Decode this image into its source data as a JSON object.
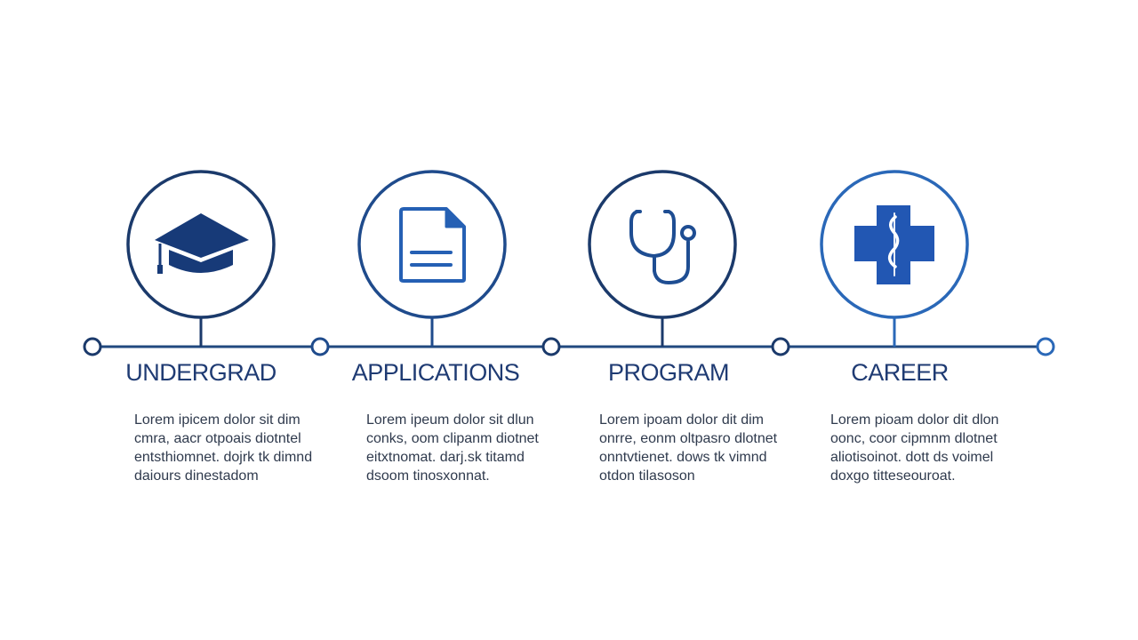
{
  "colors": {
    "line": "#21497f",
    "circle_dark": "#1b3a6b",
    "circle_light": "#2a68b8",
    "icon_dark": "#173a78",
    "icon_mid": "#2560b4",
    "text_title": "#1f3b73",
    "text_body": "#2f3a4d"
  },
  "steps": [
    {
      "icon": "graduation-cap-icon",
      "title": "UNDERGRAD",
      "body": [
        "Lorem ipicem dolor sit dim",
        "cmra, aacr otpoais diotntel",
        "entsthiomnet. dojrk tk dimnd",
        "daiours dinestadom"
      ]
    },
    {
      "icon": "document-icon",
      "title": "APPLICATIONS",
      "body": [
        "Lorem ipeum dolor sit dlun",
        "conks, oom clipanm diotnet",
        "eitxtnomat. darj.sk titamd",
        "dsoom tinosxonnat."
      ]
    },
    {
      "icon": "stethoscope-icon",
      "title": "PROGRAM",
      "body": [
        "Lorem ipoam dolor dit dim",
        "onrre, eonm oltpasro dlotnet",
        "onntvtienet. dows tk vimnd",
        "otdon tilasoson"
      ]
    },
    {
      "icon": "medical-cross-icon",
      "title": "CAREER",
      "body": [
        "Lorem pioam dolor dit dlon",
        "oonc, coor cipmnm dlotnet",
        "aliotisoinot. dott ds voimel",
        "doxgo titteseouroat."
      ]
    }
  ]
}
